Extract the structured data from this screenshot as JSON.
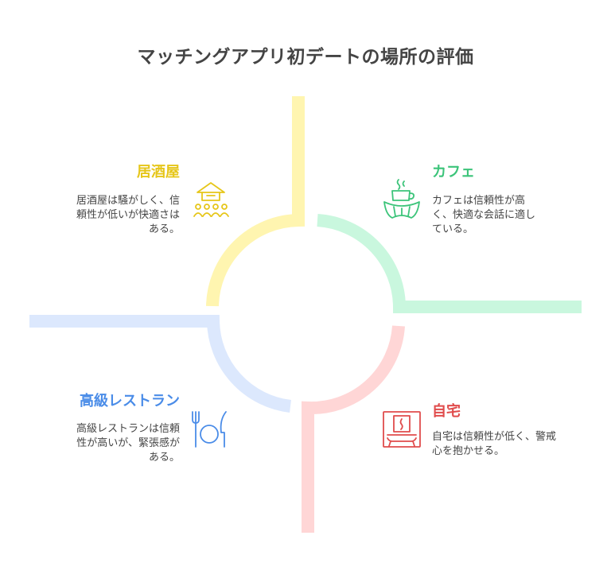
{
  "title": "マッチングアプリ初デートの場所の評価",
  "colors": {
    "izakaya": "#E6C619",
    "cafe": "#3CC47A",
    "home": "#E04C4C",
    "restaurant": "#4A8CE8",
    "izakaya_band": "#FFF5B0",
    "cafe_band": "#C9F7DE",
    "home_band": "#FFD6D6",
    "restaurant_band": "#DCE8FD"
  },
  "quadrants": {
    "izakaya": {
      "title": "居酒屋",
      "desc_lines": [
        "居酒屋は騒がしく、信",
        "頼性が低いが快適さは",
        "ある。"
      ],
      "icon": "izakaya-people-icon"
    },
    "cafe": {
      "title": "カフェ",
      "desc_lines": [
        "カフェは信頼性が高",
        "く、快適な会話に適し",
        "ている。"
      ],
      "icon": "coffee-croissant-icon"
    },
    "restaurant": {
      "title": "高級レストラン",
      "desc_lines": [
        "高級レストランは信頼",
        "性が高いが、緊張感が",
        "ある。"
      ],
      "icon": "fork-plate-knife-icon"
    },
    "home": {
      "title": "自宅",
      "desc_lines": [
        "自宅は信頼性が低く、警戒",
        "心を抱かせる。"
      ],
      "icon": "home-fireplace-icon"
    }
  }
}
